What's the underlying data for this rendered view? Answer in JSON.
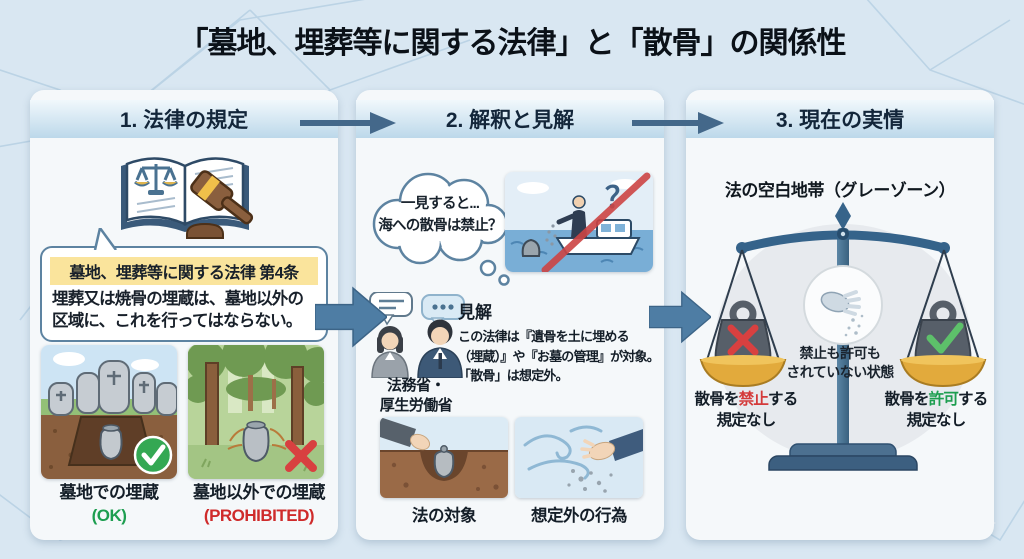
{
  "title": "「墓地、埋葬等に関する法律」と「散骨」の関係性",
  "colors": {
    "background": "#d9e7f2",
    "panel": "#f5f8fa",
    "steel_blue_arrow": "#4e7da4",
    "highlight_yellow": "#fae49c",
    "accent_green": "#1d9e50",
    "accent_red": "#d43a3a",
    "gold_pan": "#e2aa3c"
  },
  "panel1": {
    "header": "1. 法律の規定",
    "law": {
      "heading": "墓地、埋葬等に関する法律 第4条",
      "line1": "埋葬又は焼骨の埋蔵は、墓地以外の",
      "line2": "区域に、これを行ってはならない。"
    },
    "card_ok": {
      "caption": "墓地での埋蔵",
      "verdict": "(OK)"
    },
    "card_ng": {
      "caption": "墓地以外での埋蔵",
      "verdict": "(PROHIBITED)"
    }
  },
  "panel2": {
    "header": "2. 解釈と見解",
    "thought": {
      "line1": "一見すると...",
      "line2": "海への散骨は禁止？"
    },
    "boat_question_mark": "？",
    "ministries": {
      "line1": "法務省・",
      "line2": "厚生労働省"
    },
    "opinion": {
      "heading": "見解",
      "line1": "この法律は『遺骨を土に埋める",
      "line2": "（埋蔵）』や『お墓の管理』が対象。",
      "line3": "「散骨」は想定外。"
    },
    "card_left_caption": "法の対象",
    "card_right_caption": "想定外の行為"
  },
  "panel3": {
    "header": "3. 現在の実情",
    "grayzone": "法の空白地帯（グレーゾーン）",
    "center_note": {
      "line1": "禁止も許可も",
      "line2": "されていない状態"
    },
    "left_caption": {
      "pre": "散骨を",
      "em": "禁止",
      "post": "する",
      "line2": "規定なし"
    },
    "right_caption": {
      "pre": "散骨を",
      "em": "許可",
      "post": "する",
      "line2": "規定なし"
    }
  }
}
